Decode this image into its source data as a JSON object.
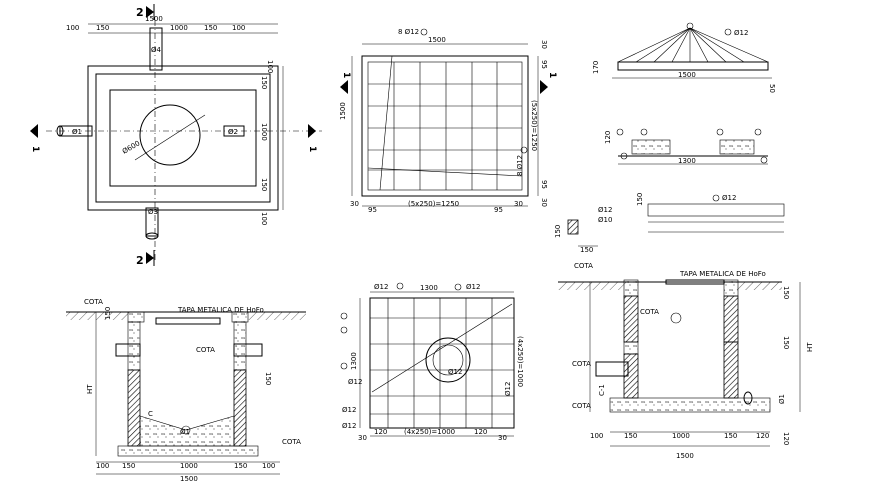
{
  "plan": {
    "section_mark_top": "2",
    "section_mark_bottom": "2",
    "section_mark_left": "1",
    "section_mark_right": "1",
    "dim_overall": "1500",
    "dim_100_left": "100",
    "dim_150_left": "150",
    "dim_1000": "1000",
    "dim_150_right": "150",
    "dim_100_right": "100",
    "dim_100_side_top": "100",
    "dim_150_side_top": "150",
    "dim_1000_side": "1000",
    "dim_150_side_bot": "150",
    "dim_100_side_bot": "100",
    "pipe_top": "Ø4",
    "pipe_bottom": "Ø3",
    "pipe_left": "Ø1",
    "pipe_right": "Ø2",
    "cover_dia": "Ø600"
  },
  "mesh_top": {
    "bar_label": "8 Ø12",
    "bar_label_side": "8 Ø12",
    "dim_top": "1500",
    "dim_left": "1500",
    "dim_bottom_30l": "30",
    "dim_bottom_main": "(5x250)=1250",
    "dim_bottom_30r": "30",
    "dim_right_30t": "30",
    "dim_right_95t": "95",
    "dim_right_main": "(5x250)=1250",
    "dim_right_95b": "95",
    "dim_right_30b": "30",
    "dim_95l": "95",
    "dim_95r": "95",
    "mark_left": "1",
    "mark_right": "1"
  },
  "cover_elev": {
    "bar_label": "Ø12",
    "dim_170": "170",
    "dim_1500": "1500",
    "dim_50": "50"
  },
  "beam": {
    "dim_120": "120",
    "dim_1300": "1300",
    "bar_a": "Ø12",
    "dim_150": "150",
    "dim_150b": "150",
    "dim_150c": "150",
    "label_a": "Ø12",
    "label_b": "Ø10"
  },
  "section_left": {
    "cota_top": "COTA",
    "cover_label": "TAPA METALICA DE HoFo",
    "cota_pipe": "COTA",
    "cota_bottom": "COTA",
    "dim_ht": "HT",
    "dim_150a": "150",
    "dim_150b": "150",
    "dim_c": "C",
    "label_x": "Ø1",
    "dims_bottom": [
      "100",
      "150",
      "1000",
      "150",
      "100"
    ],
    "dim_total": "1500"
  },
  "mesh_bottom": {
    "bar_top": "Ø12",
    "bar_top_r": "Ø12",
    "dim_top": "1300",
    "dim_left": "1300",
    "dim_right": "(4x250)=1000",
    "dim_bottom": "(4x250)=1000",
    "circle": "Ø12",
    "bar_left1": "Ø12",
    "bar_left2": "Ø12",
    "bar_bl": "Ø12",
    "bar_br": "Ø12",
    "dim_30": "30",
    "dim_120": "120",
    "dim_120b": "120",
    "dim_30b": "30"
  },
  "section_right": {
    "cota_top": "COTA",
    "cover_label": "TAPA METALICA DE HoFo",
    "cota_mid": "COTA",
    "cota_pipe": "COTA",
    "cota_bottom": "COTA",
    "dim_ht": "HT",
    "dim_150": "150",
    "dim_150b": "150",
    "dim_120": "120",
    "dim_c1": "C-1",
    "label_x": "Ø1",
    "dims_bottom": [
      "100",
      "150",
      "1000",
      "150",
      "120"
    ],
    "dim_total": "1500"
  }
}
